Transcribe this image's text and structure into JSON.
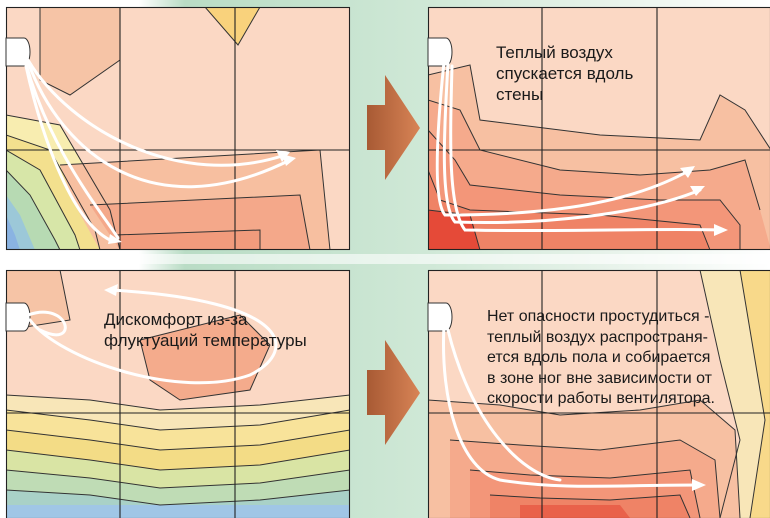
{
  "colors": {
    "background_band": "#bfe0c8",
    "grid_line": "#333333",
    "arrow_fill": "#c96a3a",
    "flow_arrow": "#ffffff"
  },
  "panels": [
    {
      "id": "top-left",
      "label_lines": []
    },
    {
      "id": "top-right",
      "label_lines": [
        "Теплый воздух",
        "спускается вдоль",
        "стены"
      ]
    },
    {
      "id": "bottom-left",
      "label_lines": [
        "Дискомфорт из-за",
        "флуктуаций температуры"
      ]
    },
    {
      "id": "bottom-right",
      "label_lines": [
        "Нет опасности простудиться -",
        "теплый воздух распространя-",
        "ется вдоль пола и собирается",
        "в зоне ног вне зависимости от",
        "скорости работы вентилятора."
      ]
    }
  ]
}
